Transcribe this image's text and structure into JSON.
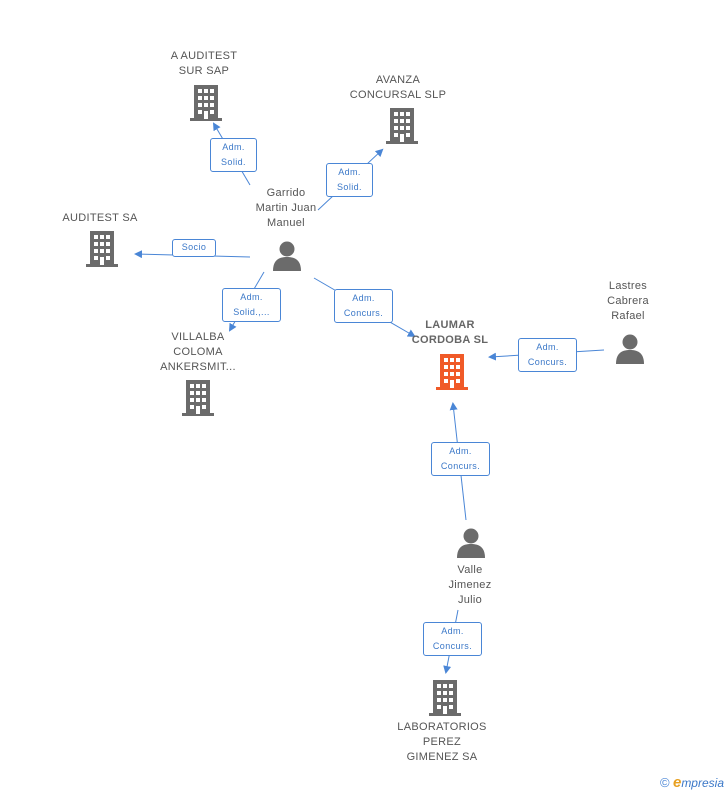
{
  "nodes": {
    "laumar": {
      "label": "LAUMAR\nCORDOBA SL",
      "type": "company",
      "focus": true
    },
    "auditest_sur": {
      "label": "A AUDITEST\nSUR SAP",
      "type": "company"
    },
    "avanza": {
      "label": "AVANZA\nCONCURSAL SLP",
      "type": "company"
    },
    "auditest": {
      "label": "AUDITEST SA",
      "type": "company"
    },
    "villalba": {
      "label": "VILLALBA\nCOLOMA\nANKERSMIT...",
      "type": "company"
    },
    "laboratorios": {
      "label": "LABORATORIOS\nPEREZ\nGIMENEZ SA",
      "type": "company"
    },
    "garrido": {
      "label": "Garrido\nMartin Juan\nManuel",
      "type": "person"
    },
    "lastres": {
      "label": "Lastres\nCabrera\nRafael",
      "type": "person"
    },
    "valle": {
      "label": "Valle\nJimenez\nJulio",
      "type": "person"
    }
  },
  "edges": [
    {
      "id": "e1",
      "label": "Adm.\nSolid."
    },
    {
      "id": "e2",
      "label": "Adm.\nSolid."
    },
    {
      "id": "e3",
      "label": "Socio"
    },
    {
      "id": "e4",
      "label": "Adm.\nSolid.,..."
    },
    {
      "id": "e5",
      "label": "Adm.\nConcurs."
    },
    {
      "id": "e6",
      "label": "Adm.\nConcurs."
    },
    {
      "id": "e7",
      "label": "Adm.\nConcurs."
    },
    {
      "id": "e8",
      "label": "Adm.\nConcurs."
    }
  ],
  "colors": {
    "focus_company": "#f05a28",
    "company": "#6b6b6b",
    "person": "#6b6b6b",
    "edge": "#4a86d6"
  },
  "watermark": {
    "copyright": "©",
    "brand_initial": "e",
    "brand_rest": "mpresia"
  }
}
